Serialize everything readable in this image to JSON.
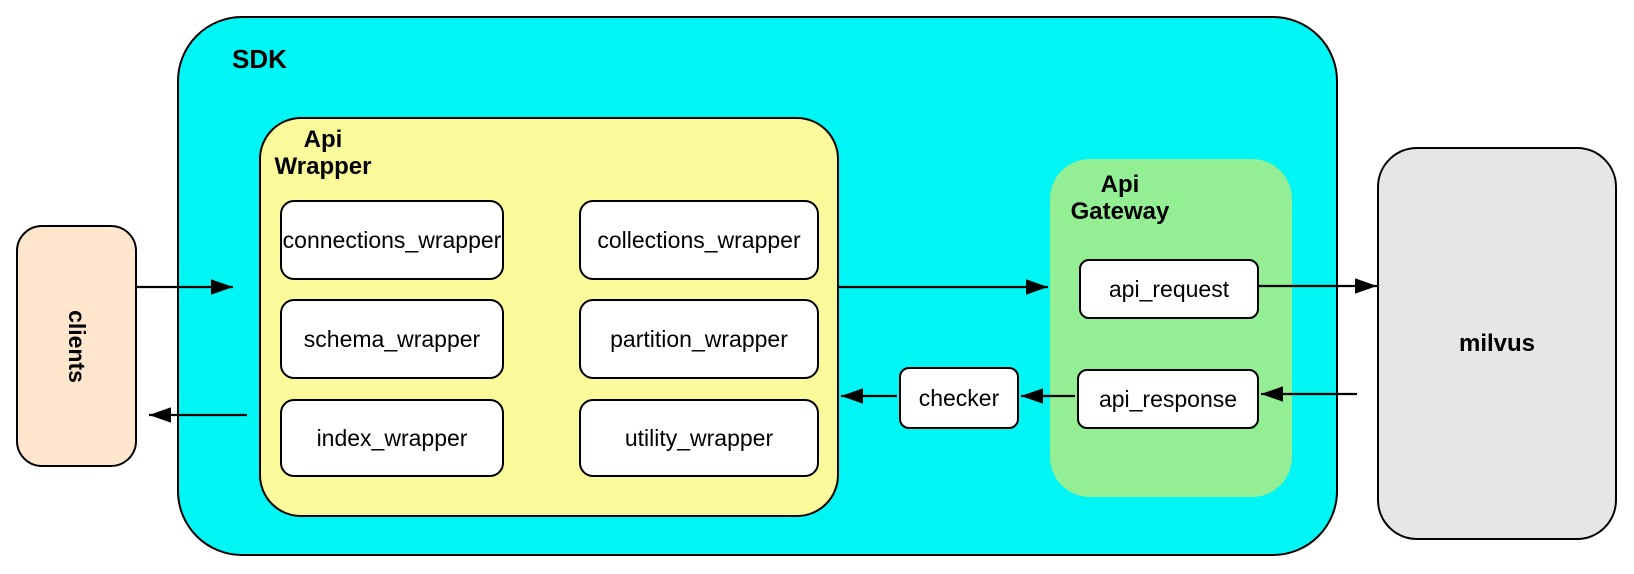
{
  "diagram": {
    "clients": {
      "label": "clients"
    },
    "sdk": {
      "label": "SDK",
      "api_wrapper": {
        "label_line1": "Api",
        "label_line2": "Wrapper",
        "boxes": [
          "connections_wrapper",
          "collections_wrapper",
          "schema_wrapper",
          "partition_wrapper",
          "index_wrapper",
          "utility_wrapper"
        ]
      },
      "checker": {
        "label": "checker"
      },
      "api_gateway": {
        "label_line1": "Api",
        "label_line2": "Gateway",
        "boxes": [
          "api_request",
          "api_response"
        ]
      }
    },
    "milvus": {
      "label": "milvus"
    },
    "colors": {
      "sdk_fill": "#00F5F5",
      "api_wrapper_fill": "#FAFA9B",
      "api_gateway_fill": "#94EF94",
      "clients_fill": "#FFE6CC",
      "milvus_fill": "#E6E6E6",
      "node_fill": "#FFFFFF",
      "stroke": "#000000"
    },
    "edges": [
      {
        "from": "clients",
        "to": "SDK"
      },
      {
        "from": "Api Wrapper",
        "to": "Api Gateway"
      },
      {
        "from": "api_request",
        "to": "milvus"
      },
      {
        "from": "milvus",
        "to": "api_response"
      },
      {
        "from": "api_response",
        "to": "checker"
      },
      {
        "from": "checker",
        "to": "Api Wrapper"
      },
      {
        "from": "SDK",
        "to": "clients"
      }
    ]
  }
}
